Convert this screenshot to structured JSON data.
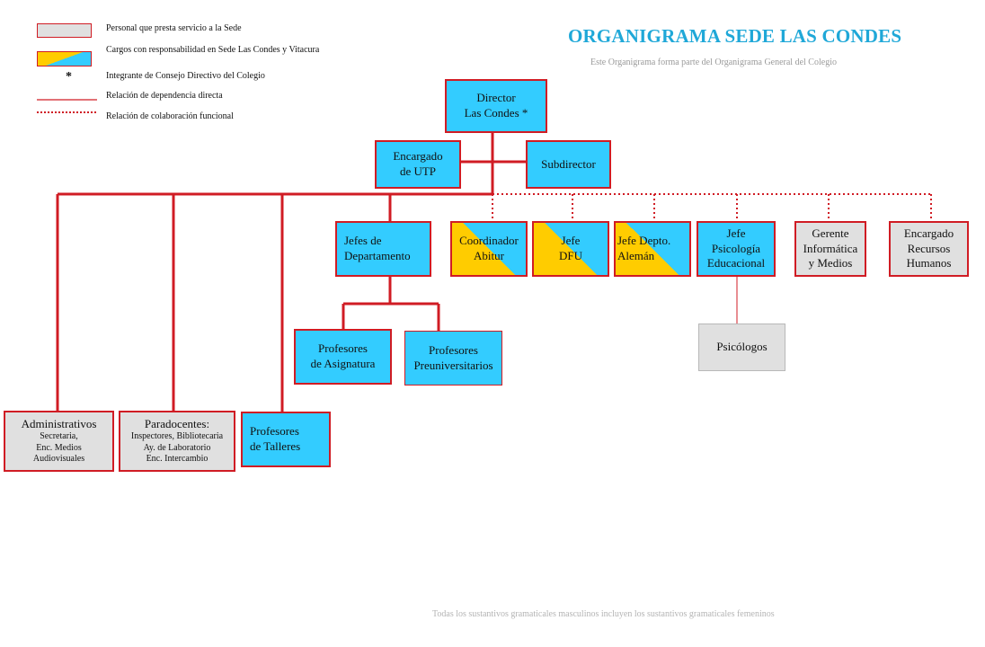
{
  "colors": {
    "accent_blue": "#33ccff",
    "accent_yellow": "#ffcc00",
    "gray_fill": "#e0e0e0",
    "line_red": "#d01c24",
    "title_blue": "#1fa8d8"
  },
  "legend": {
    "personal": "Personal que presta servicio a la Sede",
    "cargos": "Cargos con responsabilidad en Sede Las Condes  y Vitacura",
    "asterisk": "*",
    "consejo": "Integrante de Consejo Directivo del Colegio",
    "dependencia": "Relación de dependencia directa",
    "colaboracion": "Relación de colaboración  funcional"
  },
  "title": "ORGANIGRAMA SEDE LAS CONDES",
  "subtitle": "Este Organigrama  forma parte del Organigrama General del Colegio",
  "footer": "Todas los sustantivos gramaticales masculinos incluyen los sustantivos gramaticales femeninos",
  "nodes": {
    "director": "Director\nLas Condes *",
    "utp": "Encargado\nde UTP",
    "subdirector": "Subdirector",
    "jefes_depto": "Jefes  de\nDepartamento",
    "coordinador": "Coordinador\nAbitur",
    "jefe_dfu": "Jefe\nDFU",
    "jefe_aleman": "Jefe Depto.\nAlemán",
    "jefe_psico": "Jefe\nPsicología\nEducacional",
    "gerente": "Gerente\nInformática\ny Medios",
    "rrhh": "Encargado\nRecursos\nHumanos",
    "psicologos": "Psicólogos",
    "prof_asig": "Profesores\nde Asignatura",
    "prof_preu": "Profesores\nPreuniversitarios",
    "administrativos_title": "Administrativos",
    "administrativos_detail": "Secretaria,\nEnc. Medios\nAudiovisuales",
    "paradocentes_title": "Paradocentes:",
    "paradocentes_detail": "Inspectores, Bibliotecaria\nAy. de Laboratorio\nEnc. Intercambio",
    "prof_talleres": "Profesores\nde Talleres"
  }
}
